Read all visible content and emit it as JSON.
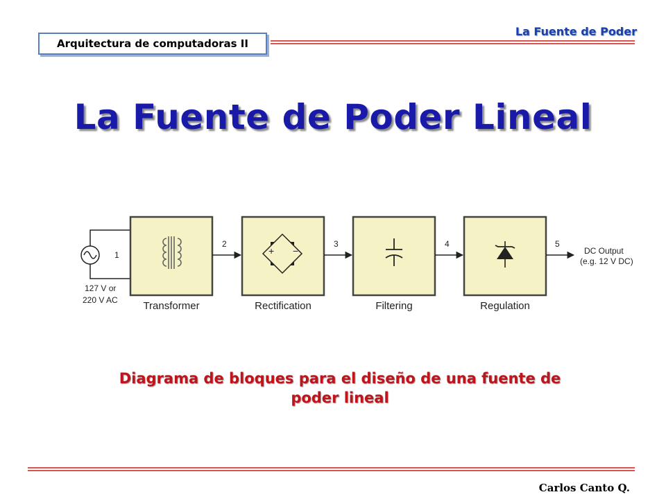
{
  "header": {
    "course": "Arquitectura de computadoras II",
    "topic": "La Fuente de Poder"
  },
  "title": "La Fuente de Poder Lineal",
  "diagram": {
    "input_label_line1": "127 V or",
    "input_label_line2": "220 V AC",
    "stage_numbers": [
      "1",
      "2",
      "3",
      "4",
      "5"
    ],
    "blocks": [
      "Transformer",
      "Rectification",
      "Filtering",
      "Regulation"
    ],
    "output_line1": "DC Output",
    "output_line2": "(e.g. 12 V DC)",
    "plus_sign": "+",
    "minus_sign": "−",
    "block_fill": "#f5f2c6"
  },
  "caption": "Diagrama de bloques para el diseño de una fuente de poder lineal",
  "footer": {
    "author": "Carlos  Canto Q."
  }
}
